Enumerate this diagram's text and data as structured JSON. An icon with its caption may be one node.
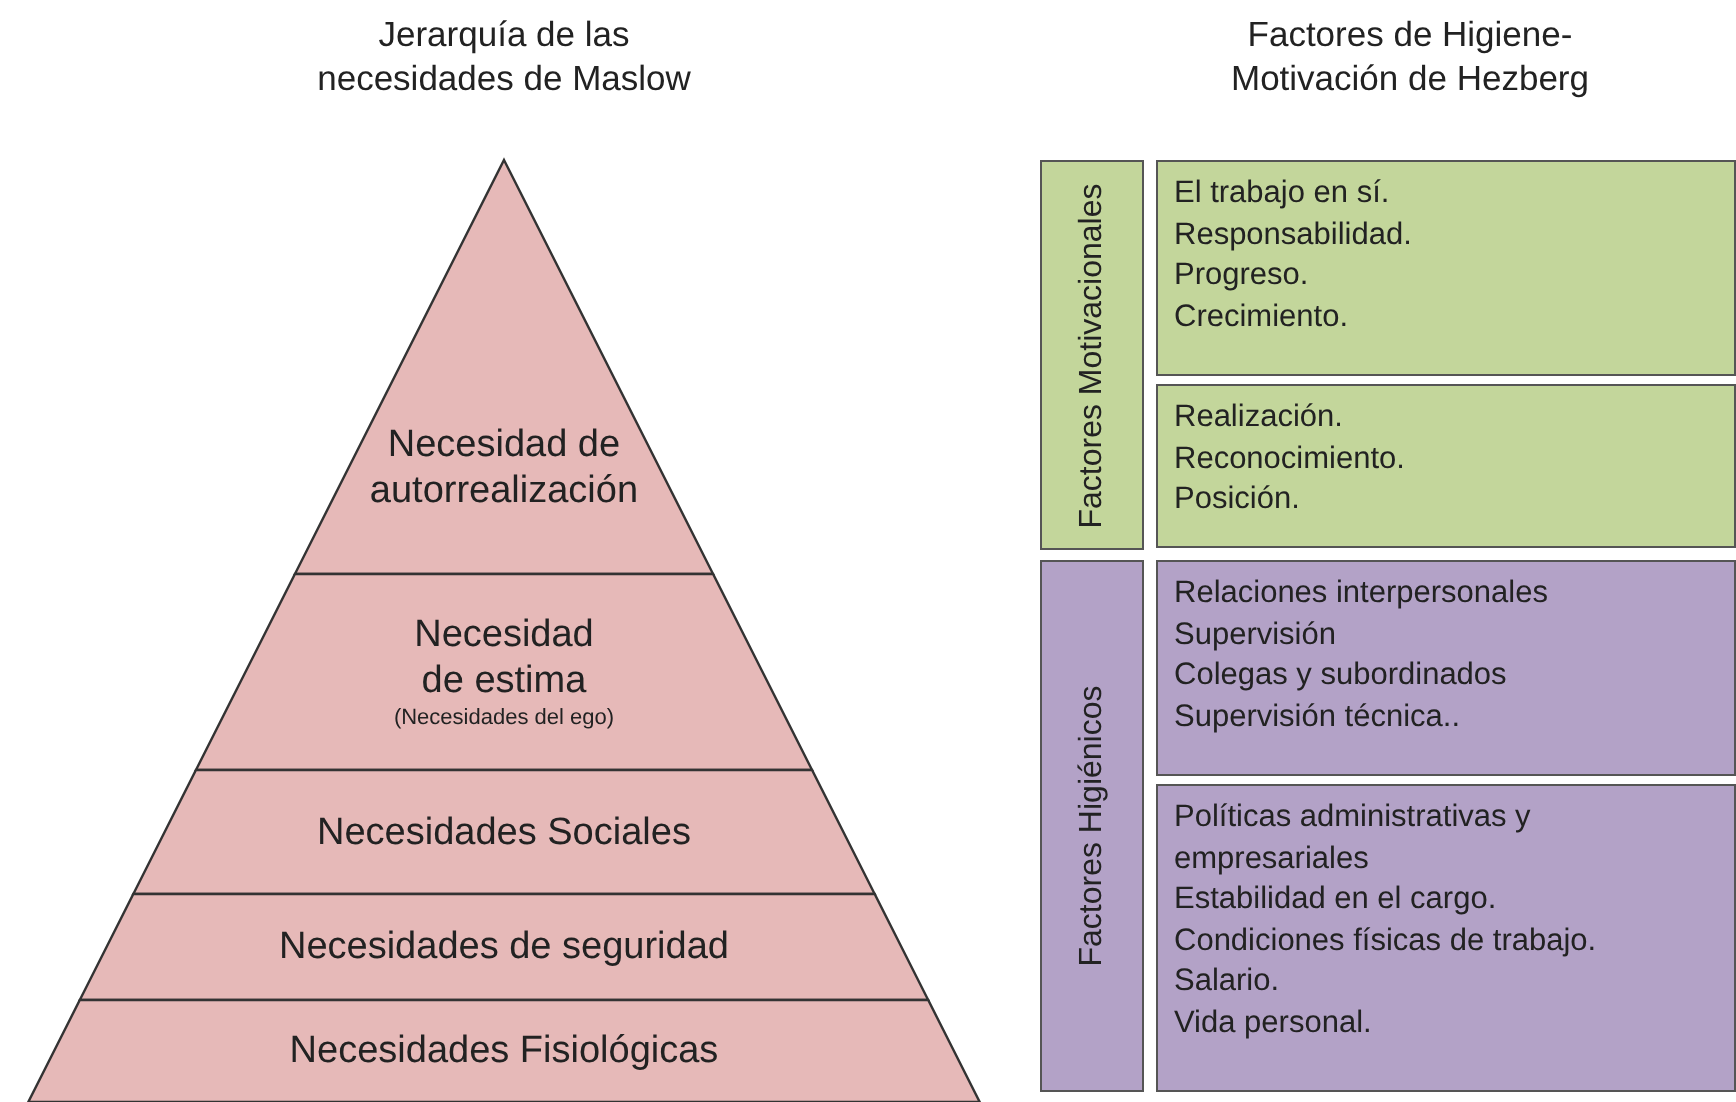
{
  "diagram": {
    "nodes": [
      {
        "text": [
          "Necesidad de autorrealización"
        ]
      },
      {
        "text": [
          "Necesidad de estima",
          "(Necesidades del ego)"
        ]
      },
      {
        "text": [
          "Necesidades Sociales"
        ]
      },
      {
        "text": [
          "Necesidades de seguridad"
        ]
      },
      {
        "text": [
          "Necesidades Fisiológicas"
        ]
      },
      {
        "text": [
          "Factores Motivacionales"
        ]
      },
      {
        "text": [
          "El trabajo en sí.",
          "Responsabilidad.",
          "Progreso.",
          "Crecimiento."
        ]
      },
      {
        "text": [
          "Realización.",
          "Reconocimiento.",
          "Posición."
        ]
      },
      {
        "text": [
          "Factores Higiénicos"
        ]
      },
      {
        "text": [
          "Relaciones interpersonales",
          "Supervisión",
          "Colegas y subordinados",
          "Supervisión técnica.."
        ]
      },
      {
        "text": [
          "Políticas administrativas y empresariales",
          "Estabilidad en el cargo.",
          "Condiciones físicas de trabajo.",
          "Salario.",
          "Vida personal."
        ]
      }
    ],
    "labels": [
      "Jerarquía de las necesidades de Maslow",
      "Factores de Higiene- Motivación de Hezberg"
    ]
  }
}
